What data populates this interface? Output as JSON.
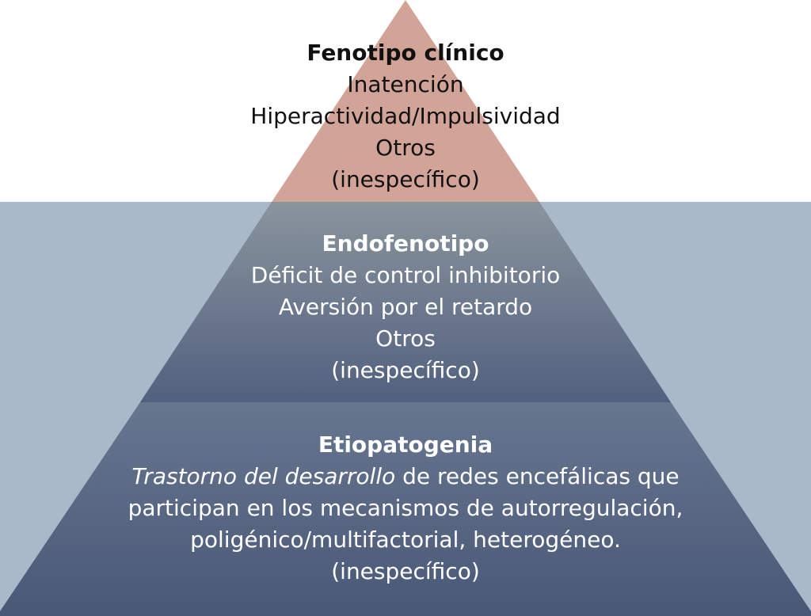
{
  "colors": {
    "top": "#d2a497",
    "background": "#a9b9c9",
    "middle_top": "#8a949d",
    "middle_bottom": "#52607f",
    "bottom_top": "#67768f",
    "bottom_bottom": "#4a5878"
  },
  "levels": [
    {
      "title": "Fenotipo clínico",
      "lines": [
        "Inatención",
        "Hiperactividad/Impulsividad",
        "Otros",
        "(inespecífico)"
      ]
    },
    {
      "title": "Endofenotipo",
      "lines": [
        "Déficit de control inhibitorio",
        "Aversión por el retardo",
        "Otros",
        "(inespecífico)"
      ]
    },
    {
      "title": "Etiopatogenia",
      "italic_lead": "Trastorno del desarrollo",
      "line1_rest": " de redes encefálicas que",
      "lines": [
        "participan en los mecanismos de autorregulación,",
        "poligénico/multifactorial, heterogéneo.",
        "(inespecífico)"
      ]
    }
  ]
}
